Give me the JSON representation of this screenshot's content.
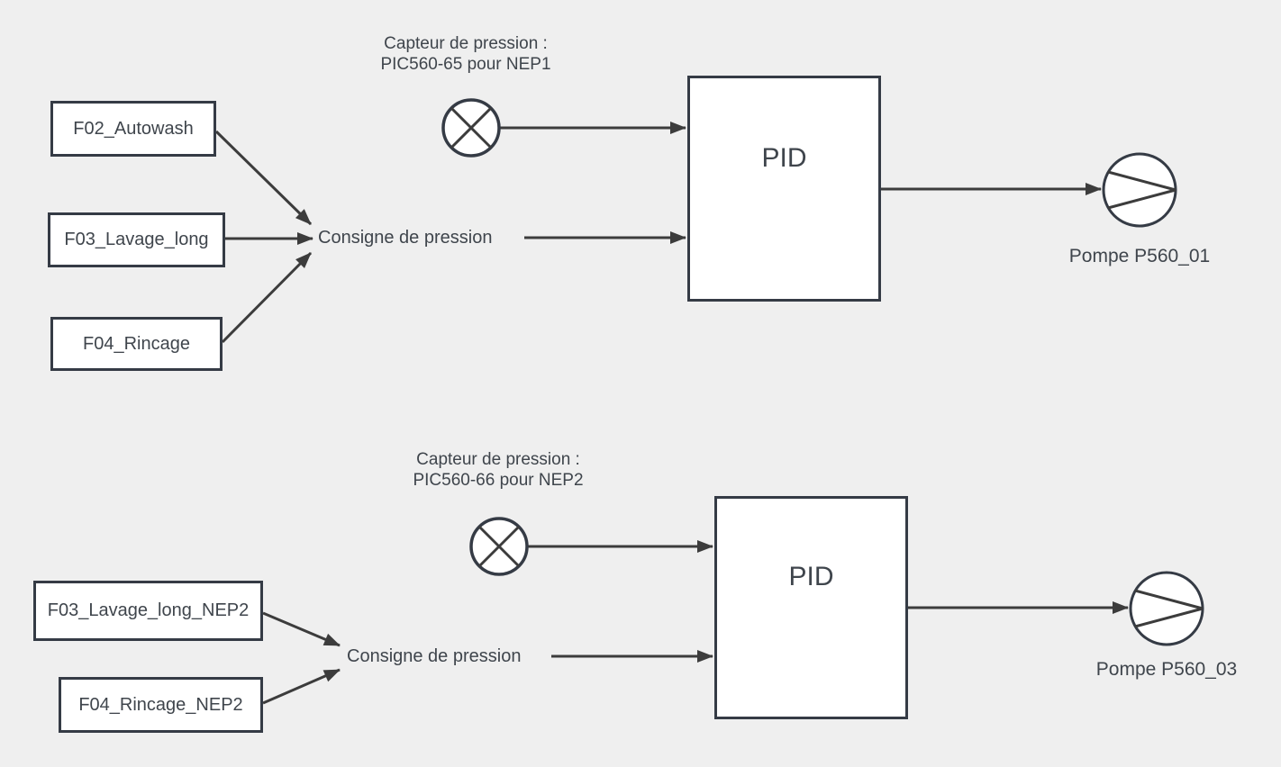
{
  "canvas": {
    "background": "#efefef",
    "node_fill": "#ffffff",
    "node_border": "#353b45",
    "connector_color": "#3c3c3c",
    "text_color": "#3f454c"
  },
  "loops": [
    {
      "id": "nep1",
      "sensor_caption": {
        "line1": "Capteur de pression :",
        "line2": "PIC560-65 pour NEP1"
      },
      "inputs": [
        {
          "label": "F02_Autowash"
        },
        {
          "label": "F03_Lavage_long"
        },
        {
          "label": "F04_Rincage"
        }
      ],
      "setpoint_label": "Consigne de pression",
      "controller_label": "PID",
      "pump_label": "Pompe P560_01"
    },
    {
      "id": "nep2",
      "sensor_caption": {
        "line1": "Capteur de pression :",
        "line2": "PIC560-66 pour NEP2"
      },
      "inputs": [
        {
          "label": "F03_Lavage_long_NEP2"
        },
        {
          "label": "F04_Rincage_NEP2"
        }
      ],
      "setpoint_label": "Consigne de pression",
      "controller_label": "PID",
      "pump_label": "Pompe P560_03"
    }
  ]
}
